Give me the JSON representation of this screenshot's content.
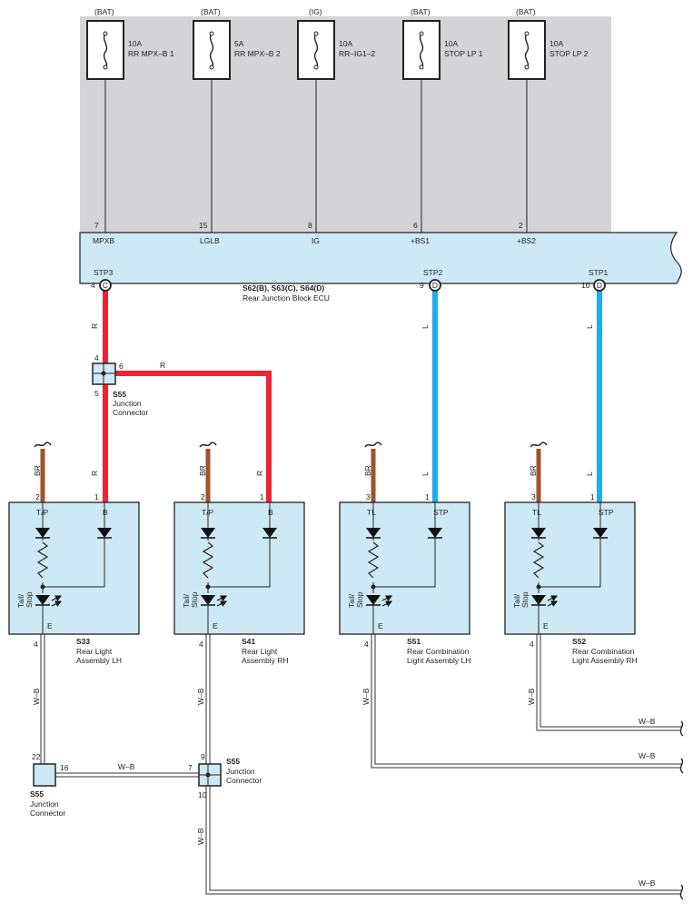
{
  "fuses": [
    {
      "source": "(BAT)",
      "rating": "10A",
      "name": "RR MPX–B 1",
      "pin": "7",
      "terminal": "MPXB"
    },
    {
      "source": "(BAT)",
      "rating": "5A",
      "name": "RR MPX–B 2",
      "pin": "15",
      "terminal": "LGLB"
    },
    {
      "source": "(IG)",
      "rating": "10A",
      "name": "RR–IG1–2",
      "pin": "8",
      "terminal": "IG"
    },
    {
      "source": "(BAT)",
      "rating": "10A",
      "name": "STOP LP 1",
      "pin": "6",
      "terminal": "+BS1"
    },
    {
      "source": "(BAT)",
      "rating": "10A",
      "name": "STOP LP 2",
      "pin": "2",
      "terminal": "+BS2"
    }
  ],
  "ecu": {
    "connectors": "S62(B), S63(C), S64(D)",
    "name": "Rear Junction Block ECU",
    "outputs": [
      {
        "label": "STP3",
        "pin": "4",
        "conn": "C"
      },
      {
        "label": "STP2",
        "pin": "9",
        "conn": "D"
      },
      {
        "label": "STP1",
        "pin": "10",
        "conn": "D"
      }
    ]
  },
  "wires": {
    "red": "R",
    "blue": "L",
    "brown": "BR",
    "ground": "W–B"
  },
  "junction_top": {
    "id": "S55",
    "l1": "Junction",
    "l2": "Connector",
    "pin_in": "4",
    "pin_right": "6",
    "pin_down": "5"
  },
  "assemblies": [
    {
      "id": "S33",
      "l1": "Rear Light",
      "l2": "Assembly LH",
      "pinL": "2",
      "pinR": "1",
      "tL": "T/P",
      "tR": "B",
      "e": "E",
      "pinE": "4",
      "lamp1": "Tail/",
      "lamp2": "Stop"
    },
    {
      "id": "S41",
      "l1": "Rear Light",
      "l2": "Assembly RH",
      "pinL": "2",
      "pinR": "1",
      "tL": "T/P",
      "tR": "B",
      "e": "E",
      "pinE": "4",
      "lamp1": "Tail/",
      "lamp2": "Stop"
    },
    {
      "id": "S51",
      "l1": "Rear Combination",
      "l2": "Light Assembly LH",
      "pinL": "3",
      "pinR": "1",
      "tL": "TL",
      "tR": "STP",
      "e": "E",
      "pinE": "4",
      "lamp1": "Tail/",
      "lamp2": "Stop"
    },
    {
      "id": "S52",
      "l1": "Rear Combination",
      "l2": "Light Assembly RH",
      "pinL": "3",
      "pinR": "1",
      "tL": "TL",
      "tR": "STP",
      "e": "E",
      "pinE": "4",
      "lamp1": "Tail/",
      "lamp2": "Stop"
    }
  ],
  "junction_left": {
    "id": "S55",
    "l1": "Junction",
    "l2": "Connector",
    "pin_top": "22",
    "pin_right": "16"
  },
  "junction_mid": {
    "id": "S55",
    "l1": "Junction",
    "l2": "Connector",
    "pin_top": "9",
    "pin_left": "7",
    "pin_down": "10"
  },
  "colors": {
    "panel": "#d4d4d6",
    "connector": "#cde9f6",
    "red": "#ee2231",
    "blue": "#1eaeea",
    "brown": "#a0522d"
  }
}
